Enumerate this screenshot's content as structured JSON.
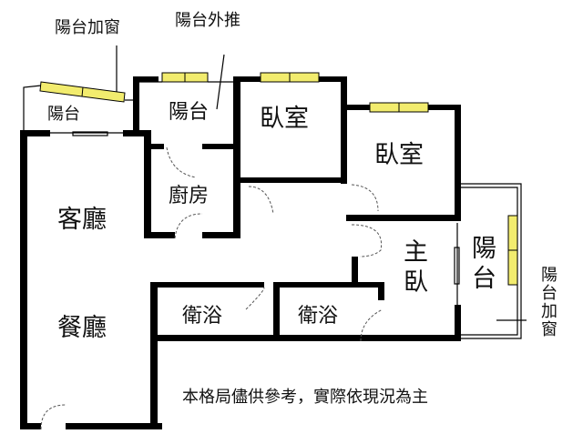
{
  "annotations": {
    "balcony_window_left": "陽台加窗",
    "balcony_extended": "陽台外推",
    "balcony_window_right": "陽台加窗"
  },
  "rooms": {
    "balcony_left": "陽台",
    "balcony_middle": "陽台",
    "bedroom_1": "臥室",
    "bedroom_2": "臥室",
    "kitchen": "廚房",
    "living_room": "客廳",
    "dining_room": "餐廳",
    "master_bedroom": "主臥",
    "balcony_right": "陽台",
    "bathroom_1": "衛浴",
    "bathroom_2": "衛浴"
  },
  "disclaimer": "本格局儘供參考，實際依現況為主",
  "colors": {
    "wall": "#000000",
    "window": "#f2ec6e"
  }
}
